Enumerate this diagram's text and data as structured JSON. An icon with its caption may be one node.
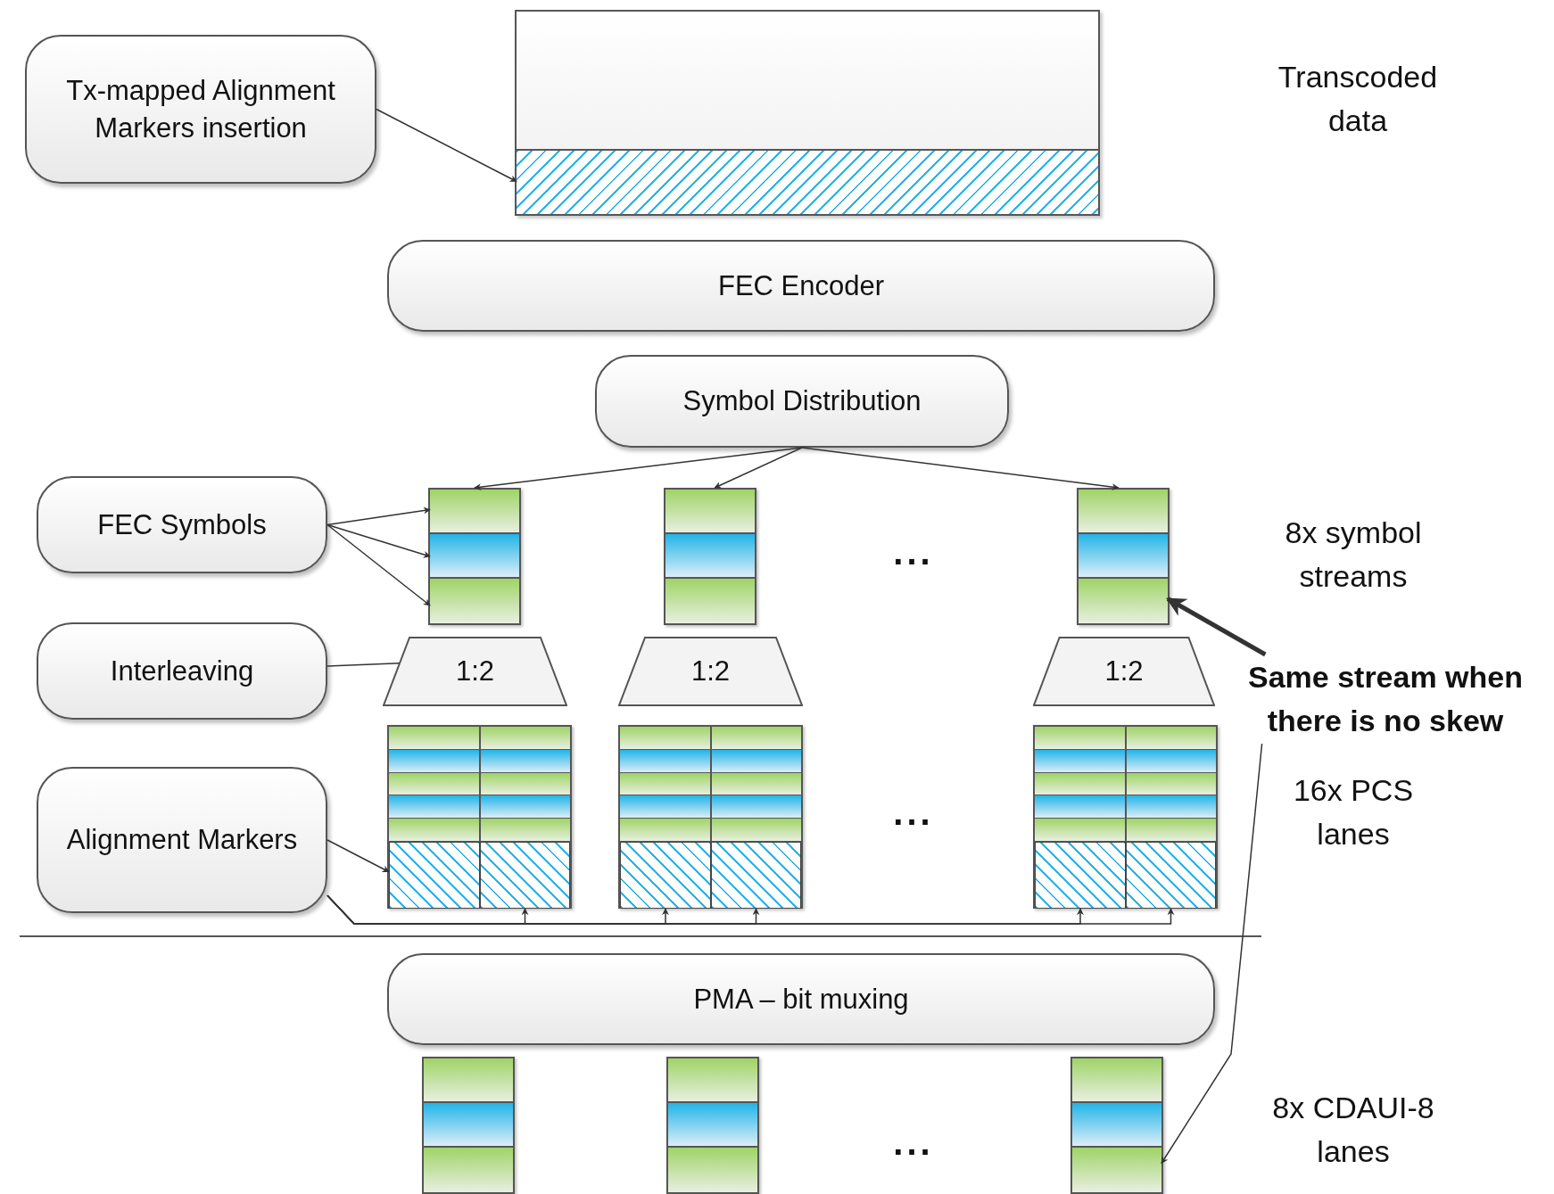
{
  "diagram": {
    "nodes": [
      {
        "text": [
          "Tx-mapped Alignment Markers insertion"
        ]
      },
      {
        "text": [],
        "shape": "box"
      },
      {
        "text": [],
        "shape": "box",
        "in": 1
      },
      {
        "text": [
          "FEC Encoder"
        ]
      },
      {
        "text": [
          "Symbol Distribution"
        ]
      },
      {
        "text": [
          "FEC Symbols"
        ]
      },
      {
        "text": [
          "Interleaving"
        ]
      },
      {
        "text": [
          "Alignment Markers"
        ]
      },
      {
        "text": [],
        "shape": "box"
      },
      {
        "text": [],
        "shape": "box",
        "in": 8
      },
      {
        "text": [],
        "shape": "box",
        "in": 8
      },
      {
        "text": [],
        "shape": "box",
        "in": 8
      },
      {
        "text": [],
        "shape": "box"
      },
      {
        "text": [],
        "shape": "box",
        "in": 12
      },
      {
        "text": [],
        "shape": "box",
        "in": 12
      },
      {
        "text": [],
        "shape": "box",
        "in": 12
      },
      {
        "text": [],
        "shape": "box"
      },
      {
        "text": [],
        "shape": "box",
        "in": 16
      },
      {
        "text": [],
        "shape": "box",
        "in": 16
      },
      {
        "text": [],
        "shape": "box",
        "in": 16
      },
      {
        "text": [
          "1:2"
        ]
      },
      {
        "text": [
          "1:2"
        ]
      },
      {
        "text": [
          "1:2"
        ]
      },
      {
        "text": [],
        "shape": "box"
      },
      {
        "text": [],
        "shape": "box",
        "in": 23
      },
      {
        "text": [],
        "shape": "box",
        "in": 23
      },
      {
        "text": [],
        "shape": "box"
      },
      {
        "text": [],
        "shape": "box",
        "in": 26
      },
      {
        "text": [],
        "shape": "box",
        "in": 26
      },
      {
        "text": [],
        "shape": "box"
      },
      {
        "text": [],
        "shape": "box",
        "in": 29
      },
      {
        "text": [],
        "shape": "box",
        "in": 29
      },
      {
        "text": [
          "Same stream when there is no skew"
        ]
      },
      {
        "text": [
          "PMA – bit muxing"
        ]
      },
      {
        "text": [],
        "shape": "box"
      },
      {
        "text": [],
        "shape": "box",
        "in": 34
      },
      {
        "text": [],
        "shape": "box",
        "in": 34
      },
      {
        "text": [],
        "shape": "box",
        "in": 34
      },
      {
        "text": [],
        "shape": "box"
      },
      {
        "text": [],
        "shape": "box",
        "in": 38
      },
      {
        "text": [],
        "shape": "box",
        "in": 38
      },
      {
        "text": [],
        "shape": "box",
        "in": 38
      },
      {
        "text": [],
        "shape": "box"
      },
      {
        "text": [],
        "shape": "box",
        "in": 42
      },
      {
        "text": [],
        "shape": "box",
        "in": 42
      },
      {
        "text": [],
        "shape": "box",
        "in": 42
      }
    ],
    "edges": [
      {
        "from": 0,
        "to": 2,
        "arrow": "to"
      },
      {
        "from": 4,
        "to": 8,
        "arrow": "to"
      },
      {
        "from": 4,
        "to": 12,
        "arrow": "to"
      },
      {
        "from": 4,
        "to": 16,
        "arrow": "to"
      },
      {
        "from": 5,
        "to": 9,
        "arrow": "to"
      },
      {
        "from": 5,
        "to": 10,
        "arrow": "to"
      },
      {
        "from": 5,
        "to": 11,
        "arrow": "to"
      },
      {
        "from": 6,
        "to": 20,
        "arrow": "none"
      },
      {
        "from": 7,
        "to": 24,
        "arrow": "to"
      },
      {
        "from": 7,
        "to": 25,
        "arrow": "to"
      },
      {
        "from": 7,
        "to": 27,
        "arrow": "to"
      },
      {
        "from": 7,
        "to": 28,
        "arrow": "to"
      },
      {
        "from": 7,
        "to": 30,
        "arrow": "to"
      },
      {
        "from": 7,
        "to": 31,
        "arrow": "to"
      },
      {
        "from": 32,
        "to": 19,
        "arrow": "to",
        "style": "thick"
      },
      {
        "from": 32,
        "to": 45,
        "arrow": "to"
      }
    ],
    "labels": [
      "Transcoded data",
      "...",
      "8x symbol streams",
      "...",
      "16x PCS lanes",
      "...",
      "8x CDAUI-8 lanes"
    ]
  }
}
